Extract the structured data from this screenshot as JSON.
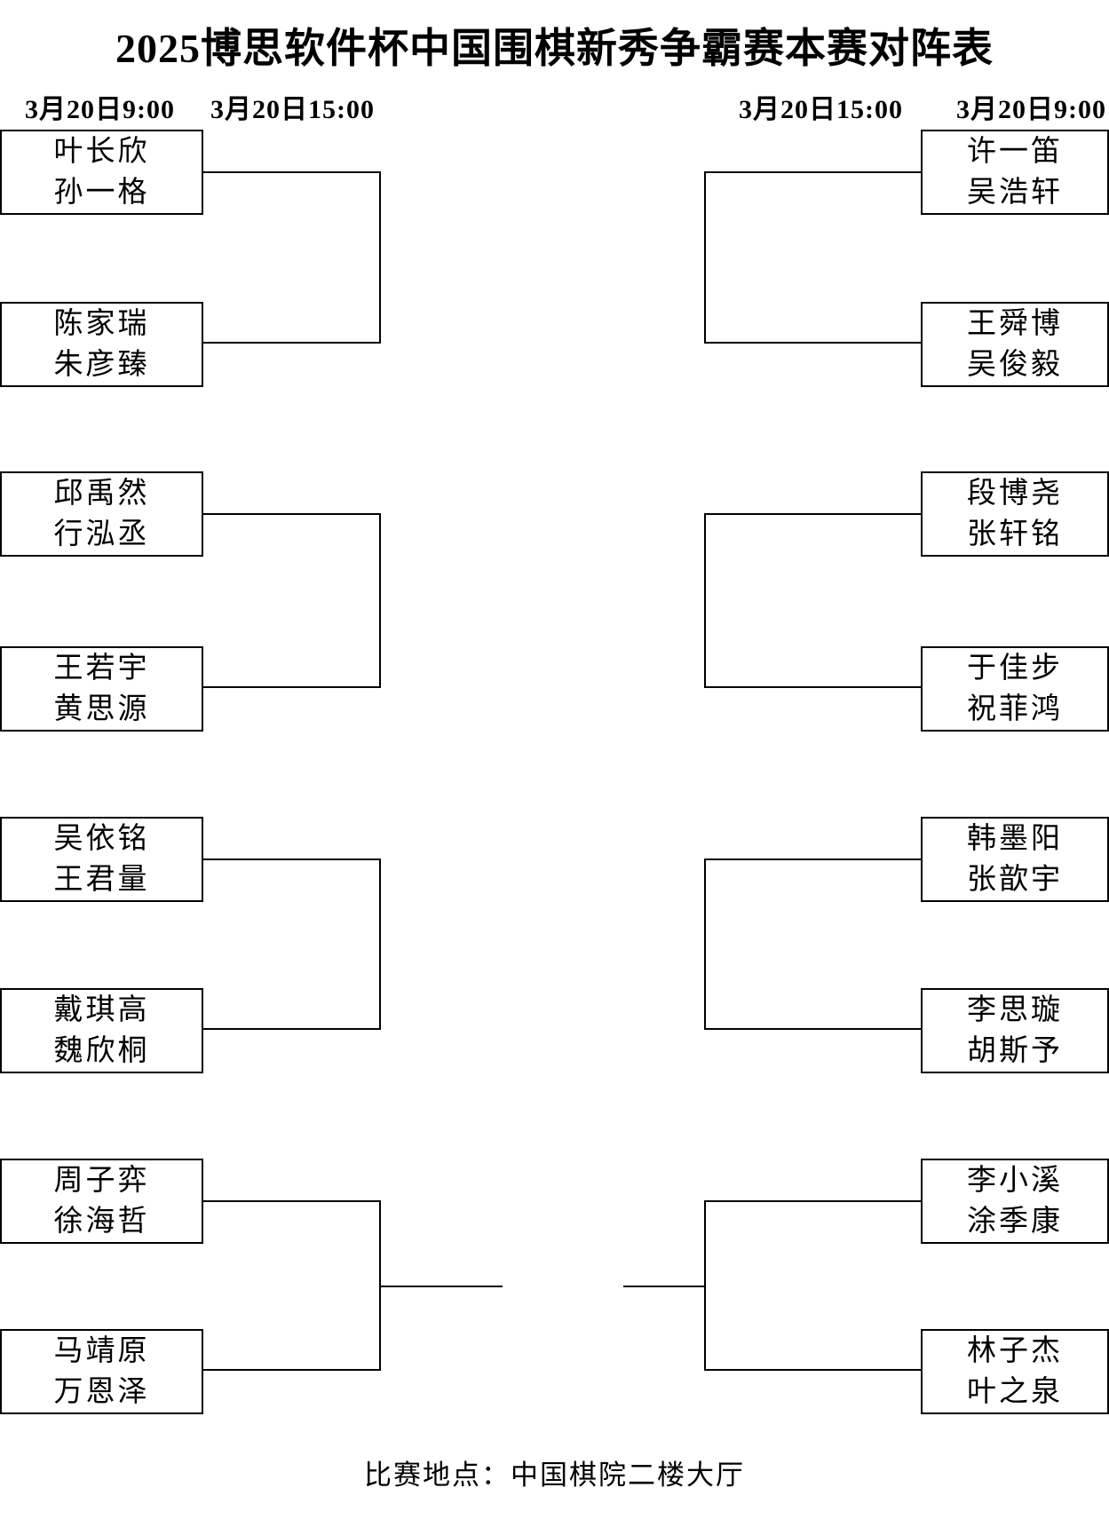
{
  "title": "2025博思软件杯中国围棋新秀争霸赛本赛对阵表",
  "schedule": {
    "left_outer": "3月20日9:00",
    "left_inner": "3月20日15:00",
    "right_inner": "3月20日15:00",
    "right_outer": "3月20日9:00"
  },
  "venue": "比赛地点：中国棋院二楼大厅",
  "bracket": {
    "left": [
      {
        "players": [
          "叶长欣",
          "孙一格"
        ]
      },
      {
        "players": [
          "陈家瑞",
          "朱彦臻"
        ]
      },
      {
        "players": [
          "邱禹然",
          "行泓丞"
        ]
      },
      {
        "players": [
          "王若宇",
          "黄思源"
        ]
      },
      {
        "players": [
          "吴依铭",
          "王君量"
        ]
      },
      {
        "players": [
          "戴琪高",
          "魏欣桐"
        ]
      },
      {
        "players": [
          "周子弈",
          "徐海哲"
        ]
      },
      {
        "players": [
          "马靖原",
          "万恩泽"
        ]
      }
    ],
    "right": [
      {
        "players": [
          "许一笛",
          "吴浩轩"
        ]
      },
      {
        "players": [
          "王舜博",
          "吴俊毅"
        ]
      },
      {
        "players": [
          "段博尧",
          "张轩铭"
        ]
      },
      {
        "players": [
          "于佳步",
          "祝菲鸿"
        ]
      },
      {
        "players": [
          "韩墨阳",
          "张歆宇"
        ]
      },
      {
        "players": [
          "李思璇",
          "胡斯予"
        ]
      },
      {
        "players": [
          "李小溪",
          "涂季康"
        ]
      },
      {
        "players": [
          "林子杰",
          "叶之泉"
        ]
      }
    ]
  },
  "colors": {
    "line": "#000000",
    "text": "#000000",
    "background": "#ffffff"
  }
}
